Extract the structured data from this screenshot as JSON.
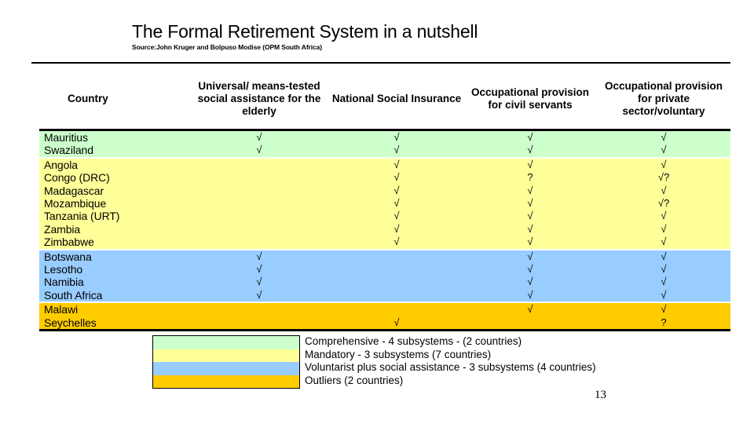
{
  "slide": {
    "title": "The Formal Retirement System in a nutshell",
    "source": "Source:John Kruger and Bolpuso Modise (OPM South Africa)",
    "page_number": "13"
  },
  "table": {
    "columns": [
      "Country",
      "Universal/ means-tested social assistance for the elderly",
      "National Social Insurance",
      "Occupational provision for civil servants",
      "Occupational provision for private sector/voluntary"
    ],
    "rows": [
      {
        "country": "Mauritius",
        "band": "green",
        "social_assistance": "√",
        "social_insurance": "√",
        "civil_servants": "√",
        "private_sector": "√"
      },
      {
        "country": "Swaziland",
        "band": "green",
        "social_assistance": "√",
        "social_insurance": "√",
        "civil_servants": "√",
        "private_sector": "√"
      },
      {
        "country": "Angola",
        "band": "yellow",
        "social_assistance": "",
        "social_insurance": "√",
        "civil_servants": "√",
        "private_sector": "√"
      },
      {
        "country": "Congo (DRC)",
        "band": "yellow",
        "social_assistance": "",
        "social_insurance": "√",
        "civil_servants": "?",
        "private_sector": "√?"
      },
      {
        "country": "Madagascar",
        "band": "yellow",
        "social_assistance": "",
        "social_insurance": "√",
        "civil_servants": "√",
        "private_sector": "√"
      },
      {
        "country": "Mozambique",
        "band": "yellow",
        "social_assistance": "",
        "social_insurance": "√",
        "civil_servants": "√",
        "private_sector": "√?"
      },
      {
        "country": "Tanzania (URT)",
        "band": "yellow",
        "social_assistance": "",
        "social_insurance": "√",
        "civil_servants": "√",
        "private_sector": "√"
      },
      {
        "country": "Zambia",
        "band": "yellow",
        "social_assistance": "",
        "social_insurance": "√",
        "civil_servants": "√",
        "private_sector": "√"
      },
      {
        "country": "Zimbabwe",
        "band": "yellow",
        "social_assistance": "",
        "social_insurance": "√",
        "civil_servants": "√",
        "private_sector": "√"
      },
      {
        "country": "Botswana",
        "band": "blue",
        "social_assistance": "√",
        "social_insurance": "",
        "civil_servants": "√",
        "private_sector": "√"
      },
      {
        "country": "Lesotho",
        "band": "blue",
        "social_assistance": "√",
        "social_insurance": "",
        "civil_servants": "√",
        "private_sector": "√"
      },
      {
        "country": "Namibia",
        "band": "blue",
        "social_assistance": "√",
        "social_insurance": "",
        "civil_servants": "√",
        "private_sector": "√"
      },
      {
        "country": "South Africa",
        "band": "blue",
        "social_assistance": "√",
        "social_insurance": "",
        "civil_servants": "√",
        "private_sector": "√"
      },
      {
        "country": "Malawi",
        "band": "orange",
        "social_assistance": "",
        "social_insurance": "",
        "civil_servants": "√",
        "private_sector": "√"
      },
      {
        "country": "Seychelles",
        "band": "orange",
        "social_assistance": "",
        "social_insurance": "√",
        "civil_servants": "",
        "private_sector": "?"
      }
    ]
  },
  "legend": {
    "items": [
      {
        "color": "#ccffcc",
        "label": "Comprehensive - 4 subsystems - (2 countries)"
      },
      {
        "color": "#ffff99",
        "label": "Mandatory - 3 subsystems (7 countries)"
      },
      {
        "color": "#99ccff",
        "label": "Voluntarist plus social assistance - 3 subsystems (4 countries)"
      },
      {
        "color": "#ffcc00",
        "label": "Outliers (2 countries)"
      }
    ]
  },
  "colors": {
    "comprehensive": "#ccffcc",
    "mandatory": "#ffff99",
    "voluntarist": "#99ccff",
    "outliers": "#ffcc00",
    "rule": "#000000"
  }
}
